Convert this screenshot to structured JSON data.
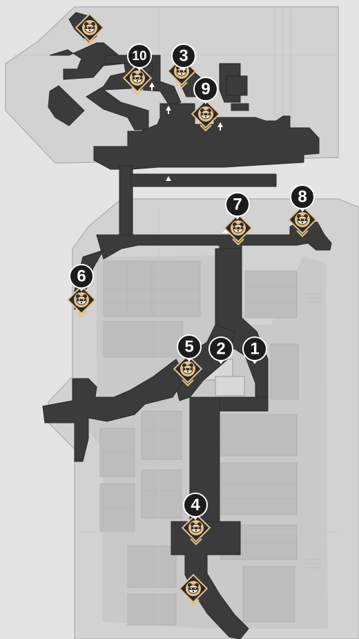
{
  "map": {
    "colors": {
      "background": "#e4e4e4",
      "outer_area": "#d2d2d2",
      "inner_area": "#c8c8c8",
      "block": "#bebebe",
      "corridor": "#3b3b3b",
      "corridor_edge": "#2a2a2a",
      "badge_fill": "#e3c28c",
      "badge_border": "#2b2b2b",
      "number_circle": "#1c1c1c",
      "number_text": "#ffffff",
      "entrance_arrow": "#ffffff"
    },
    "markers": [
      {
        "id": "m-top-left",
        "icon": "raccoon-icon"
      },
      {
        "id": "m10",
        "icon": "raccoon-icon"
      },
      {
        "id": "m3",
        "icon": "raccoon-icon"
      },
      {
        "id": "m9",
        "icon": "raccoon-icon"
      },
      {
        "id": "m7",
        "icon": "raccoon-icon"
      },
      {
        "id": "m8",
        "icon": "raccoon-icon"
      },
      {
        "id": "m6",
        "icon": "raccoon-icon"
      },
      {
        "id": "m5",
        "icon": "raccoon-icon"
      },
      {
        "id": "m4",
        "icon": "raccoon-icon"
      },
      {
        "id": "m-bottom",
        "icon": "raccoon-icon"
      }
    ],
    "labels": [
      "1",
      "2",
      "3",
      "4",
      "5",
      "6",
      "7",
      "8",
      "9",
      "10"
    ]
  }
}
